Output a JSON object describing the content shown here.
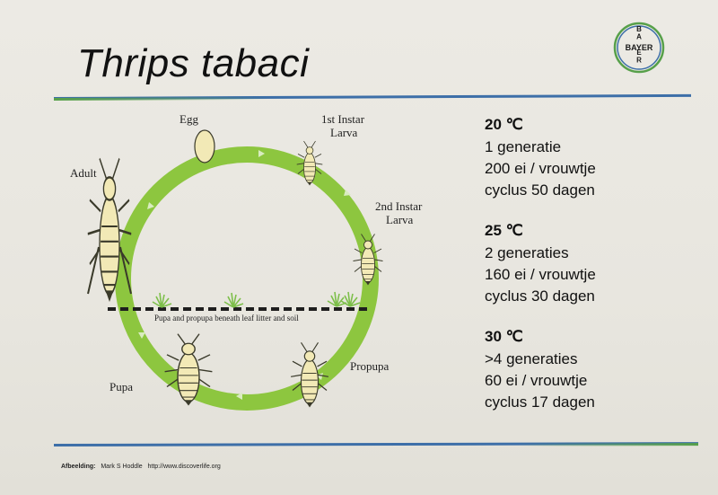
{
  "title": "Thrips tabaci",
  "logo": {
    "vertical_text": "BAYER",
    "horizontal_text": "BAYER",
    "colors": {
      "outer_ring": "#57a04a",
      "inner_ring": "#3d6fa8",
      "text": "#1a1a1a"
    }
  },
  "diagram": {
    "stages": {
      "egg": "Egg",
      "first_instar": [
        "1st Instar",
        "Larva"
      ],
      "second_instar": [
        "2nd Instar",
        "Larva"
      ],
      "propupa": "Propupa",
      "pupa": "Pupa",
      "adult": "Adult"
    },
    "soil_label": "Pupa and propupa beneath leaf litter and soil",
    "colors": {
      "cycle_ring": "#8dc63f",
      "ring_arrows": "#d9ecc0",
      "insect_body": "#f2e9b6",
      "insect_outline": "#3a3a2a",
      "soil_line": "#1e1e1e",
      "grass": "#7dbf4a"
    }
  },
  "info": [
    {
      "temp": "20 ℃",
      "lines": [
        "1 generatie",
        "200 ei / vrouwtje",
        "cyclus 50 dagen"
      ]
    },
    {
      "temp": "25 ℃",
      "lines": [
        "2 generaties",
        "160 ei / vrouwtje",
        "cyclus 30 dagen"
      ]
    },
    {
      "temp": "30 ℃",
      "lines": [
        ">4 generaties",
        "60 ei / vrouwtje",
        "cyclus 17 dagen"
      ]
    }
  ],
  "credit": {
    "label": "Afbeelding:",
    "author": "Mark S Hoddle",
    "url": "http://www.discoverlife.org"
  },
  "colors": {
    "rule_blue": "#3d6fa8",
    "rule_green": "#57a04a",
    "background": "#e8e6df"
  }
}
